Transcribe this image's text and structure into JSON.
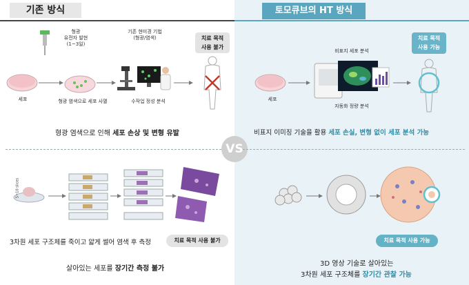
{
  "left": {
    "title": "기존 방식",
    "gene_label": "형광\n유전자 발현\n(1~3일)",
    "cell_label": "세포",
    "stain_label": "형광 염색으로 세포 사멸",
    "microscope_label": "기존 현미경 기법\n(형광/염색)",
    "manual_label": "수작업 정성 분석",
    "no_treatment": "치료 목적\n사용 불가",
    "caption1_plain": "형광 염색으로 인해 ",
    "caption1_bold": "세포 손상 및 변형 유발",
    "slices_label": "5~10 slices",
    "caption2": "3차원 세포 구조체를 죽이고 얇게 썰어 염색 후 측정",
    "pill": "치료 목적 사용 불가",
    "caption3_plain": "살아있는 세포를 ",
    "caption3_bold": "장기간 측정 불가"
  },
  "right": {
    "title": "토모큐브의 HT 방식",
    "label_free": "비표지 세포 분석",
    "cell_label": "세포",
    "auto_label": "자동화 정량 분석",
    "yes_treatment": "치료 목적\n사용 가능",
    "caption1_plain": "비표지 이미징 기술을 활용 ",
    "caption1_hl": "세포 손실, 변형 없이 세포 분석 가능",
    "pill": "치료 목적 사용 가능",
    "caption2_line1": "3D 영상 기술로 살아있는",
    "caption2_plain": "3차원 세포 구조체를 ",
    "caption2_hl": "장기간 관찰 가능"
  },
  "vs": "VS",
  "colors": {
    "accent": "#5aa6be",
    "no_mark": "#c0392b",
    "gray_tag": "#e7e7e7"
  }
}
